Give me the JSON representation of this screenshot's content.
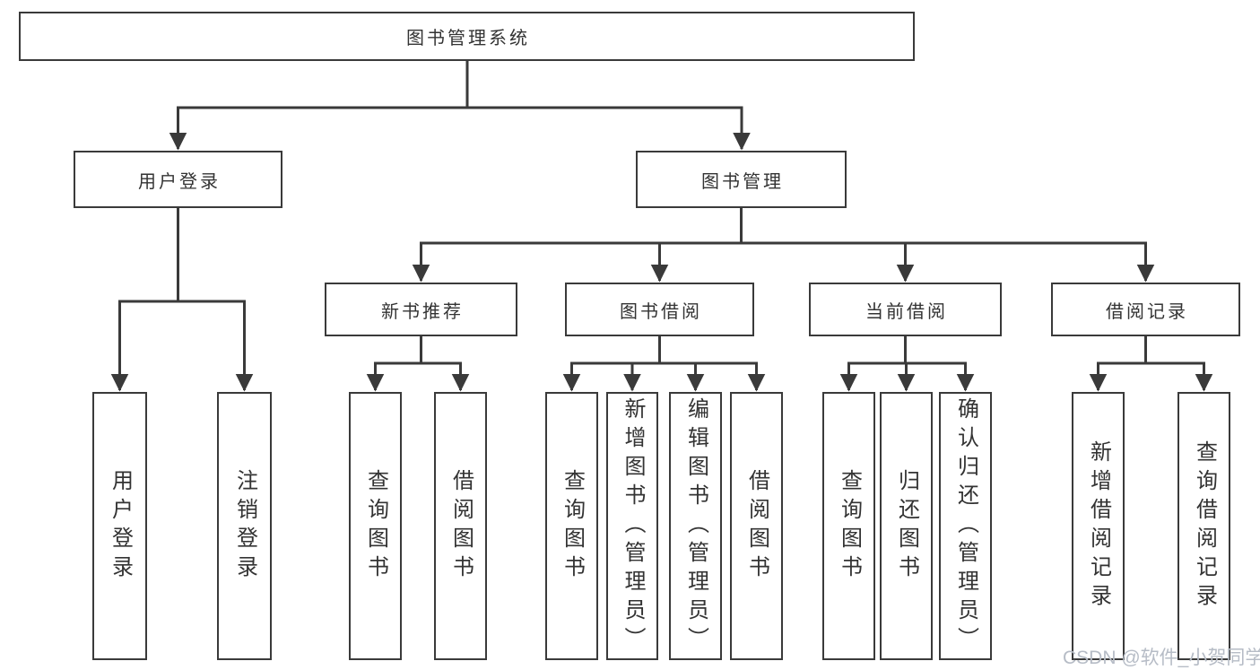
{
  "diagram": {
    "root": {
      "label": "图书管理系统"
    },
    "level2": {
      "user_login": {
        "label": "用户登录"
      },
      "book_mgmt": {
        "label": "图书管理"
      }
    },
    "level3": {
      "new_book": {
        "label": "新书推荐"
      },
      "book_borrow": {
        "label": "图书借阅"
      },
      "current_borrow": {
        "label": "当前借阅"
      },
      "borrow_record": {
        "label": "借阅记录"
      }
    },
    "leaves": {
      "user_login_leaf": {
        "label": "用户登录"
      },
      "logout": {
        "label": "注销登录"
      },
      "newbook_query": {
        "label": "查询图书"
      },
      "newbook_borrow": {
        "label": "借阅图书"
      },
      "borrow_query": {
        "label": "查询图书"
      },
      "borrow_add": {
        "label": "新增图书（管理员）"
      },
      "borrow_edit": {
        "label": "编辑图书（管理员）"
      },
      "borrow_borrow": {
        "label": "借阅图书"
      },
      "current_query": {
        "label": "查询图书"
      },
      "current_return": {
        "label": "归还图书"
      },
      "current_confirm": {
        "label": "确认归还（管理员）"
      },
      "record_add": {
        "label": "新增借阅记录"
      },
      "record_query": {
        "label": "查询借阅记录"
      }
    },
    "colors": {
      "line": "#3a3a3a",
      "text": "#333333",
      "background": "#ffffff",
      "watermark": "#b6bcc6"
    }
  },
  "watermark": {
    "text": "CSDN @软件_小贺同学"
  }
}
